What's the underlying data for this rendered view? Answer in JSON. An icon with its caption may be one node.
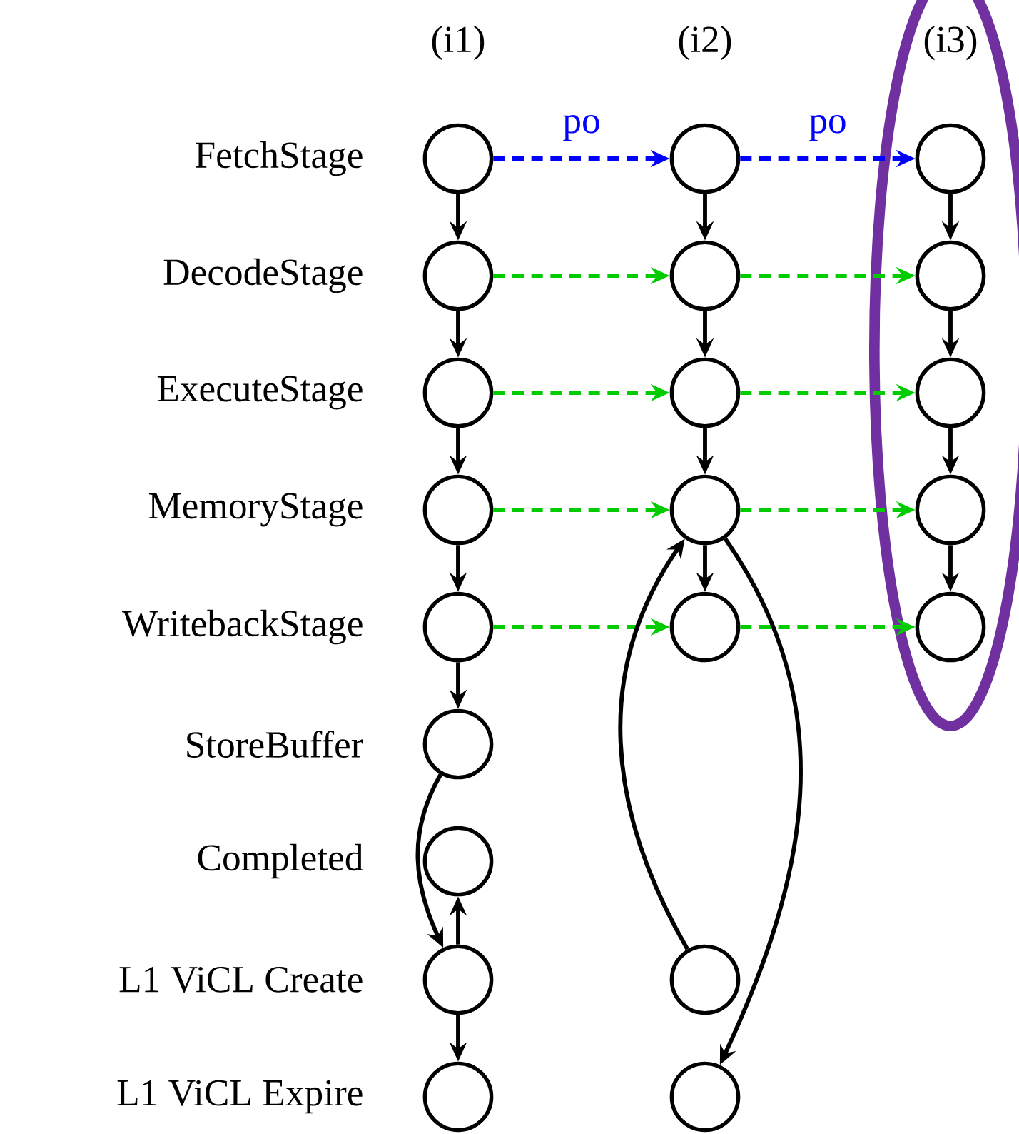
{
  "diagram": {
    "nodes": [
      {
        "text": [],
        "shape": "circle"
      },
      {
        "text": [],
        "shape": "circle"
      },
      {
        "text": [],
        "shape": "circle"
      },
      {
        "text": [],
        "shape": "circle"
      },
      {
        "text": [],
        "shape": "circle"
      },
      {
        "text": [],
        "shape": "circle"
      },
      {
        "text": [],
        "shape": "circle"
      },
      {
        "text": [],
        "shape": "circle"
      },
      {
        "text": [],
        "shape": "circle"
      },
      {
        "text": [],
        "shape": "circle"
      },
      {
        "text": [],
        "shape": "circle"
      },
      {
        "text": [],
        "shape": "circle"
      },
      {
        "text": [],
        "shape": "circle"
      },
      {
        "text": [],
        "shape": "circle"
      },
      {
        "text": [],
        "shape": "circle"
      },
      {
        "text": [],
        "shape": "circle"
      },
      {
        "text": [],
        "shape": "ellipse"
      },
      {
        "text": [],
        "shape": "circle",
        "in": 16
      },
      {
        "text": [],
        "shape": "circle",
        "in": 16
      },
      {
        "text": [],
        "shape": "circle",
        "in": 16
      },
      {
        "text": [],
        "shape": "circle",
        "in": 16
      },
      {
        "text": [],
        "shape": "circle",
        "in": 16
      }
    ],
    "edges": [
      {
        "from": 0,
        "to": 9,
        "arrow": "to",
        "label": "po",
        "style": "dashed",
        "color": "#0000ff"
      },
      {
        "from": 9,
        "to": 17,
        "arrow": "to",
        "label": "po",
        "style": "dashed",
        "color": "#0000ff"
      },
      {
        "from": 1,
        "to": 10,
        "arrow": "to",
        "style": "dashed",
        "color": "#00cc00"
      },
      {
        "from": 10,
        "to": 18,
        "arrow": "to",
        "style": "dashed",
        "color": "#00cc00"
      },
      {
        "from": 2,
        "to": 11,
        "arrow": "to",
        "style": "dashed",
        "color": "#00cc00"
      },
      {
        "from": 11,
        "to": 19,
        "arrow": "to",
        "style": "dashed",
        "color": "#00cc00"
      },
      {
        "from": 3,
        "to": 12,
        "arrow": "to",
        "style": "dashed",
        "color": "#00cc00"
      },
      {
        "from": 12,
        "to": 20,
        "arrow": "to",
        "style": "dashed",
        "color": "#00cc00"
      },
      {
        "from": 4,
        "to": 13,
        "arrow": "to",
        "style": "dashed",
        "color": "#00cc00"
      },
      {
        "from": 13,
        "to": 21,
        "arrow": "to",
        "style": "dashed",
        "color": "#00cc00"
      },
      {
        "from": 0,
        "to": 1,
        "arrow": "to"
      },
      {
        "from": 1,
        "to": 2,
        "arrow": "to"
      },
      {
        "from": 2,
        "to": 3,
        "arrow": "to"
      },
      {
        "from": 3,
        "to": 4,
        "arrow": "to"
      },
      {
        "from": 4,
        "to": 5,
        "arrow": "to"
      },
      {
        "from": 5,
        "to": 7,
        "arrow": "to"
      },
      {
        "from": 7,
        "to": 6,
        "arrow": "to"
      },
      {
        "from": 7,
        "to": 8,
        "arrow": "to"
      },
      {
        "from": 9,
        "to": 10,
        "arrow": "to"
      },
      {
        "from": 10,
        "to": 11,
        "arrow": "to"
      },
      {
        "from": 11,
        "to": 12,
        "arrow": "to"
      },
      {
        "from": 12,
        "to": 13,
        "arrow": "to"
      },
      {
        "from": 14,
        "to": 12,
        "arrow": "to"
      },
      {
        "from": 12,
        "to": 15,
        "arrow": "to"
      },
      {
        "from": 17,
        "to": 18,
        "arrow": "to"
      },
      {
        "from": 18,
        "to": 19,
        "arrow": "to"
      },
      {
        "from": 19,
        "to": 20,
        "arrow": "to"
      },
      {
        "from": 20,
        "to": 21,
        "arrow": "to"
      }
    ],
    "labels": [
      "(i1)",
      "(i2)",
      "(i3)",
      "FetchStage",
      "DecodeStage",
      "ExecuteStage",
      "MemoryStage",
      "WritebackStage",
      "StoreBuffer",
      "Completed",
      "L1 ViCL Create",
      "L1 ViCL Expire"
    ]
  }
}
